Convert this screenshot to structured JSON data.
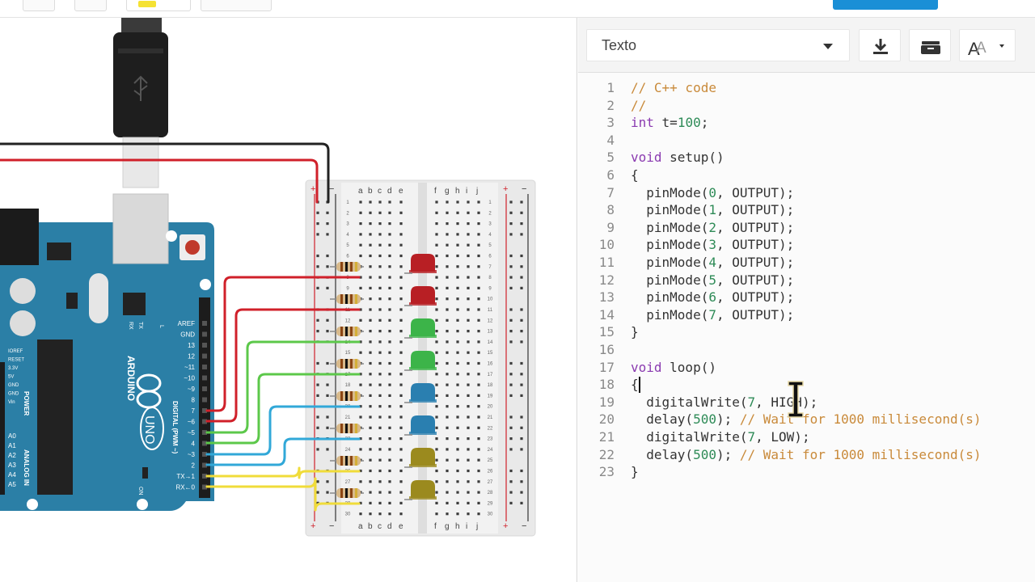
{
  "toolbar": {
    "mode_label": "Texto",
    "download_icon": "download-icon",
    "libraries_icon": "library-icon",
    "font_size_icon": "font-size-icon"
  },
  "colors": {
    "arduino_blue": "#2b7fa6",
    "wire_red": "#d0202a",
    "wire_black": "#222222",
    "wire_green": "#5cc84a",
    "wire_blue": "#31a8d8",
    "wire_yellow": "#f0dc3a",
    "led_red": "#b81f24",
    "led_green": "#3cb449",
    "led_blue": "#2a7fb0",
    "led_yellow": "#9b8a1e",
    "comment": "#c98a3a",
    "keyword": "#8a3ab0",
    "number": "#2e8b57"
  },
  "breadboard": {
    "columns_left": [
      "a",
      "b",
      "c",
      "d",
      "e"
    ],
    "columns_right": [
      "f",
      "g",
      "h",
      "i",
      "j"
    ],
    "rail_plus": "+",
    "rail_minus": "−",
    "rows": [
      "1",
      "2",
      "3",
      "4",
      "5",
      "6",
      "7",
      "8",
      "9",
      "10",
      "11",
      "12",
      "13",
      "14",
      "15",
      "16",
      "17",
      "18",
      "19",
      "20",
      "21",
      "22",
      "23",
      "24",
      "25",
      "26",
      "27",
      "28",
      "29",
      "30"
    ]
  },
  "arduino": {
    "brand": "ARDUINO",
    "model": "UNO",
    "header_digital": "DIGITAL (PWM ~)",
    "header_power": "POWER",
    "header_analog": "ANALOG IN",
    "pins_right": [
      "AREF",
      "GND",
      "13",
      "12",
      "~11",
      "~10",
      "~9",
      "8",
      "7",
      "~6",
      "~5",
      "4",
      "~3",
      "2",
      "TX→1",
      "RX←0"
    ],
    "pins_left": [
      "IOREF",
      "RESET",
      "3.3V",
      "5V",
      "GND",
      "GND",
      "Vin",
      "A0",
      "A1",
      "A2",
      "A3",
      "A4",
      "A5"
    ],
    "on_label": "ON",
    "tx_label": "TX",
    "rx_label": "RX",
    "l_label": "L"
  },
  "editor": {
    "lines": [
      {
        "n": "1",
        "tokens": [
          {
            "t": "// C++ code",
            "c": "comment"
          }
        ]
      },
      {
        "n": "2",
        "tokens": [
          {
            "t": "//",
            "c": "comment"
          }
        ]
      },
      {
        "n": "3",
        "tokens": [
          {
            "t": "int",
            "c": "kw"
          },
          {
            "t": " t=",
            "c": "plain"
          },
          {
            "t": "100",
            "c": "num"
          },
          {
            "t": ";",
            "c": "plain"
          }
        ]
      },
      {
        "n": "4",
        "tokens": []
      },
      {
        "n": "5",
        "tokens": [
          {
            "t": "void",
            "c": "kw"
          },
          {
            "t": " setup()",
            "c": "plain"
          }
        ]
      },
      {
        "n": "6",
        "tokens": [
          {
            "t": "{",
            "c": "plain"
          }
        ]
      },
      {
        "n": "7",
        "tokens": [
          {
            "t": "  pinMode(",
            "c": "plain"
          },
          {
            "t": "0",
            "c": "num"
          },
          {
            "t": ", OUTPUT);",
            "c": "plain"
          }
        ]
      },
      {
        "n": "8",
        "tokens": [
          {
            "t": "  pinMode(",
            "c": "plain"
          },
          {
            "t": "1",
            "c": "num"
          },
          {
            "t": ", OUTPUT);",
            "c": "plain"
          }
        ]
      },
      {
        "n": "9",
        "tokens": [
          {
            "t": "  pinMode(",
            "c": "plain"
          },
          {
            "t": "2",
            "c": "num"
          },
          {
            "t": ", OUTPUT);",
            "c": "plain"
          }
        ]
      },
      {
        "n": "10",
        "tokens": [
          {
            "t": "  pinMode(",
            "c": "plain"
          },
          {
            "t": "3",
            "c": "num"
          },
          {
            "t": ", OUTPUT);",
            "c": "plain"
          }
        ]
      },
      {
        "n": "11",
        "tokens": [
          {
            "t": "  pinMode(",
            "c": "plain"
          },
          {
            "t": "4",
            "c": "num"
          },
          {
            "t": ", OUTPUT);",
            "c": "plain"
          }
        ]
      },
      {
        "n": "12",
        "tokens": [
          {
            "t": "  pinMode(",
            "c": "plain"
          },
          {
            "t": "5",
            "c": "num"
          },
          {
            "t": ", OUTPUT);",
            "c": "plain"
          }
        ]
      },
      {
        "n": "13",
        "tokens": [
          {
            "t": "  pinMode(",
            "c": "plain"
          },
          {
            "t": "6",
            "c": "num"
          },
          {
            "t": ", OUTPUT);",
            "c": "plain"
          }
        ]
      },
      {
        "n": "14",
        "tokens": [
          {
            "t": "  pinMode(",
            "c": "plain"
          },
          {
            "t": "7",
            "c": "num"
          },
          {
            "t": ", OUTPUT);",
            "c": "plain"
          }
        ]
      },
      {
        "n": "15",
        "tokens": [
          {
            "t": "}",
            "c": "plain"
          }
        ]
      },
      {
        "n": "16",
        "tokens": []
      },
      {
        "n": "17",
        "tokens": [
          {
            "t": "void",
            "c": "kw"
          },
          {
            "t": " loop()",
            "c": "plain"
          }
        ]
      },
      {
        "n": "18",
        "tokens": [
          {
            "t": "{",
            "c": "plain"
          }
        ]
      },
      {
        "n": "19",
        "tokens": [
          {
            "t": "  digitalWrite(",
            "c": "plain"
          },
          {
            "t": "7",
            "c": "num"
          },
          {
            "t": ", HIGH);",
            "c": "plain"
          }
        ]
      },
      {
        "n": "20",
        "tokens": [
          {
            "t": "  delay(",
            "c": "plain"
          },
          {
            "t": "500",
            "c": "num"
          },
          {
            "t": "); ",
            "c": "plain"
          },
          {
            "t": "// Wait for 1000 millisecond(s)",
            "c": "comment"
          }
        ]
      },
      {
        "n": "21",
        "tokens": [
          {
            "t": "  digitalWrite(",
            "c": "plain"
          },
          {
            "t": "7",
            "c": "num"
          },
          {
            "t": ", LOW);",
            "c": "plain"
          }
        ]
      },
      {
        "n": "22",
        "tokens": [
          {
            "t": "  delay(",
            "c": "plain"
          },
          {
            "t": "500",
            "c": "num"
          },
          {
            "t": "); ",
            "c": "plain"
          },
          {
            "t": "// Wait for 1000 millisecond(s)",
            "c": "comment"
          }
        ]
      },
      {
        "n": "23",
        "tokens": [
          {
            "t": "}",
            "c": "plain"
          }
        ]
      }
    ]
  }
}
